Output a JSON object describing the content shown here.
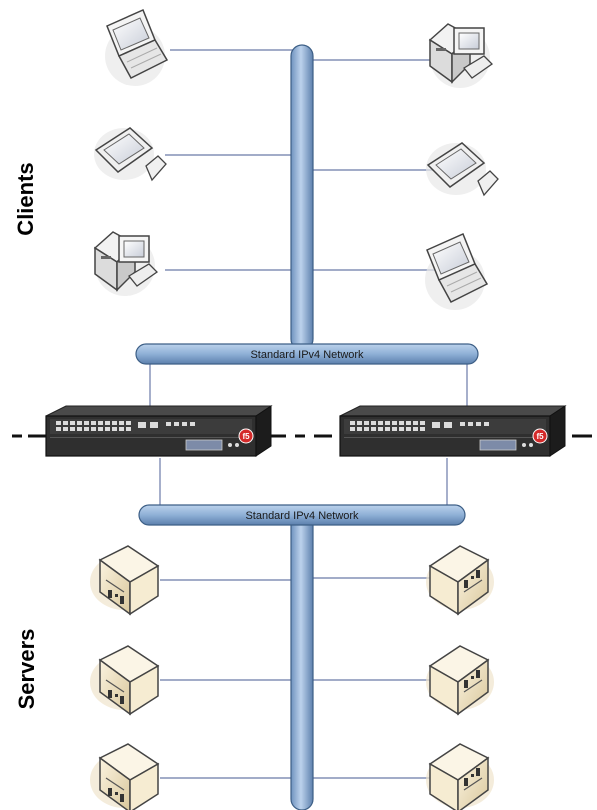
{
  "labels": {
    "clients": "Clients",
    "servers": "Servers",
    "network_top": "Standard IPv4 Network",
    "network_bottom": "Standard IPv4 Network"
  },
  "colors": {
    "bus_fill": "#8fb0d6",
    "bus_stroke": "#3d5f86",
    "link_line": "#6a7aa8",
    "device_dark": "#2b2b2b",
    "server_fill": "#efe2c2"
  },
  "devices": {
    "left_clients": [
      "laptop-icon",
      "tablet-pc-icon",
      "desktop-pc-icon"
    ],
    "right_clients": [
      "desktop-pc-icon",
      "tablet-pc-icon",
      "laptop-icon"
    ],
    "appliances": [
      "network-appliance-icon",
      "network-appliance-icon"
    ],
    "left_servers": [
      "server-icon",
      "server-icon",
      "server-icon"
    ],
    "right_servers": [
      "server-icon",
      "server-icon",
      "server-icon"
    ]
  }
}
